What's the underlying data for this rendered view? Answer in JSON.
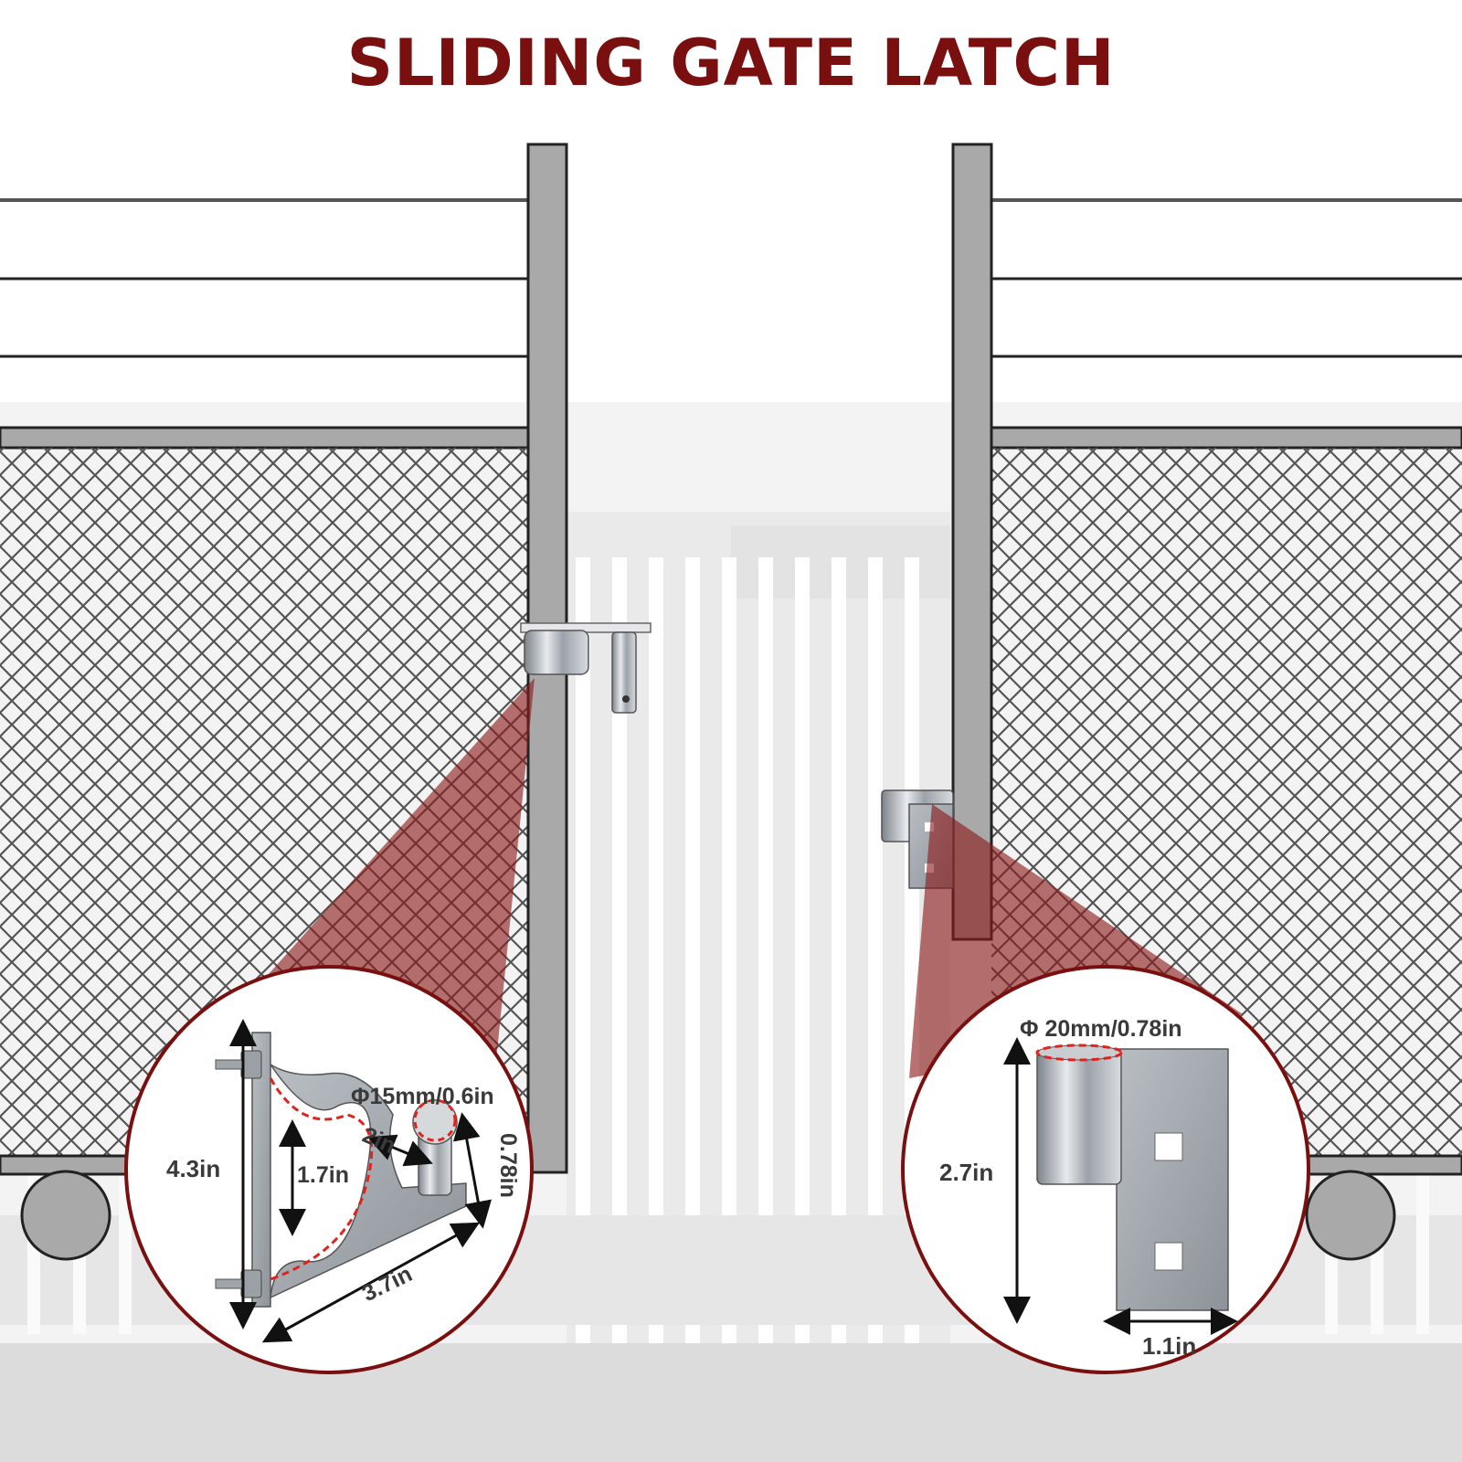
{
  "title": "SLIDING GATE LATCH",
  "colors": {
    "title": "#7a0f0f",
    "callout_red": "#8b1a1a",
    "post_gray": "#a9a9a9",
    "mesh": "#555555",
    "steel": "#a8adb2"
  },
  "left_callout": {
    "height_label": "4.3in",
    "inner_height_label": "1.7in",
    "pin_length_label": "2in",
    "pin_diameter_label": "Φ15mm/0.6in",
    "plate_thickness_label": "0.78in",
    "base_length_label": "3.7in"
  },
  "right_callout": {
    "tube_diameter_label": "Φ 20mm/0.78in",
    "height_label": "2.7in",
    "width_label": "1.1in"
  }
}
